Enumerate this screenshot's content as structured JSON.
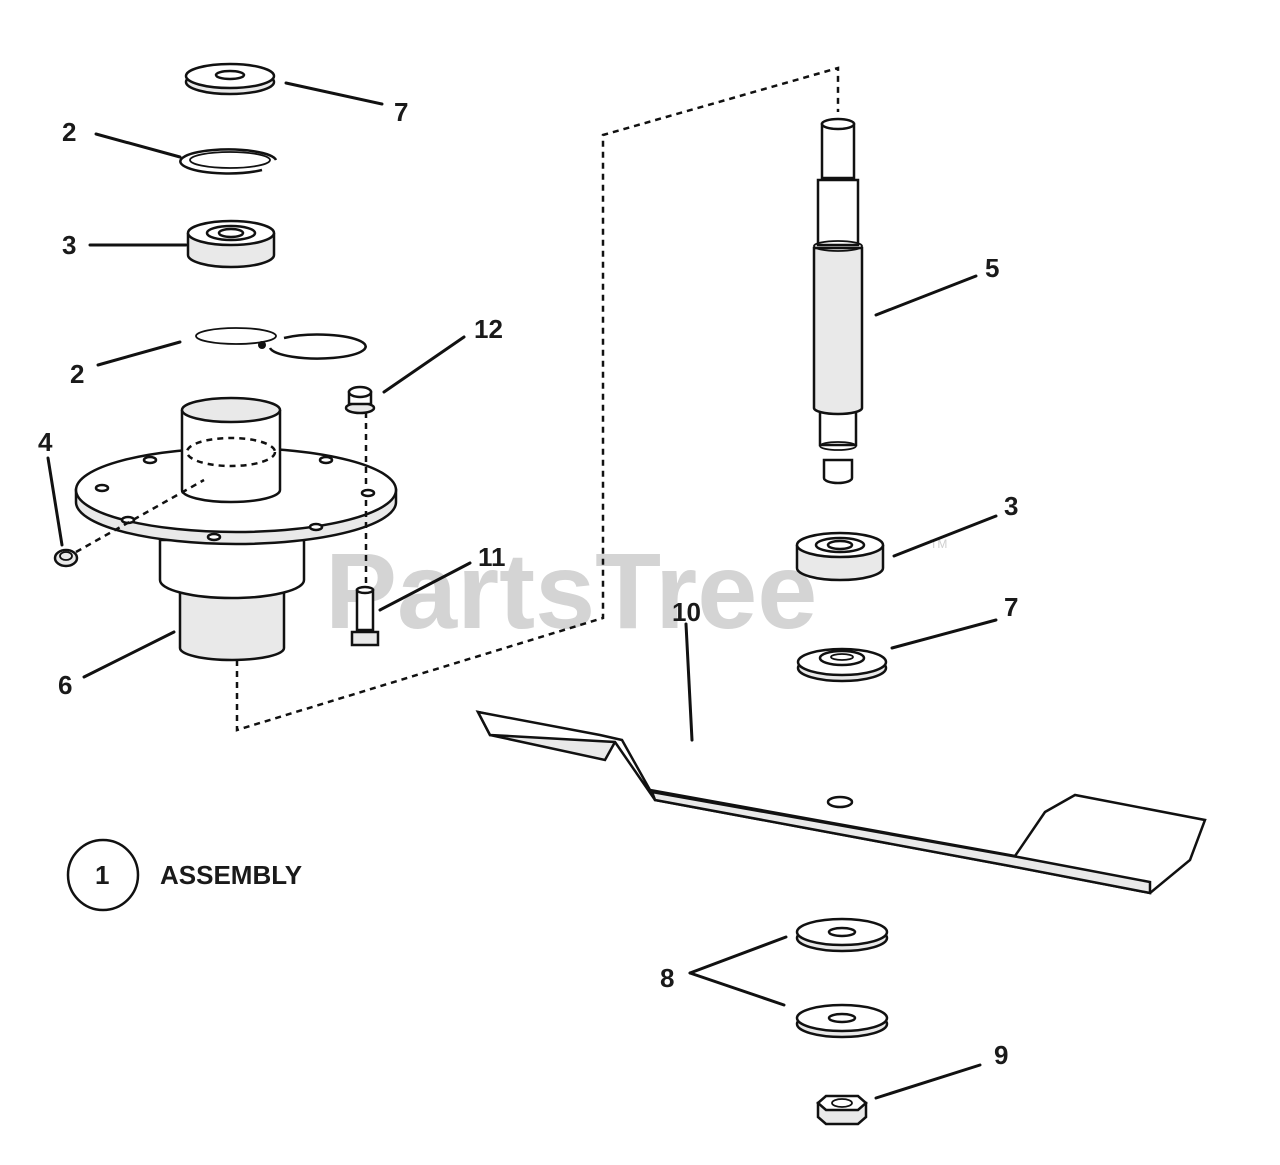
{
  "watermark": "PartsTree",
  "watermark_tm": "TM",
  "legend": {
    "number": "1",
    "label": "ASSEMBLY"
  },
  "callouts": {
    "c7_top": "7",
    "c2_top": "2",
    "c3_top": "3",
    "c2_bottom": "2",
    "c12": "12",
    "c4": "4",
    "c11": "11",
    "c6": "6",
    "c5": "5",
    "c3_right": "3",
    "c7_right": "7",
    "c10": "10",
    "c8": "8",
    "c9": "9"
  },
  "parts": [
    "washer-7",
    "retaining-ring-2",
    "bearing-3",
    "fitting-4",
    "spindle-housing-6",
    "shaft-5",
    "blade-10",
    "washer-8",
    "nut-9",
    "screw-11",
    "nut-12"
  ]
}
